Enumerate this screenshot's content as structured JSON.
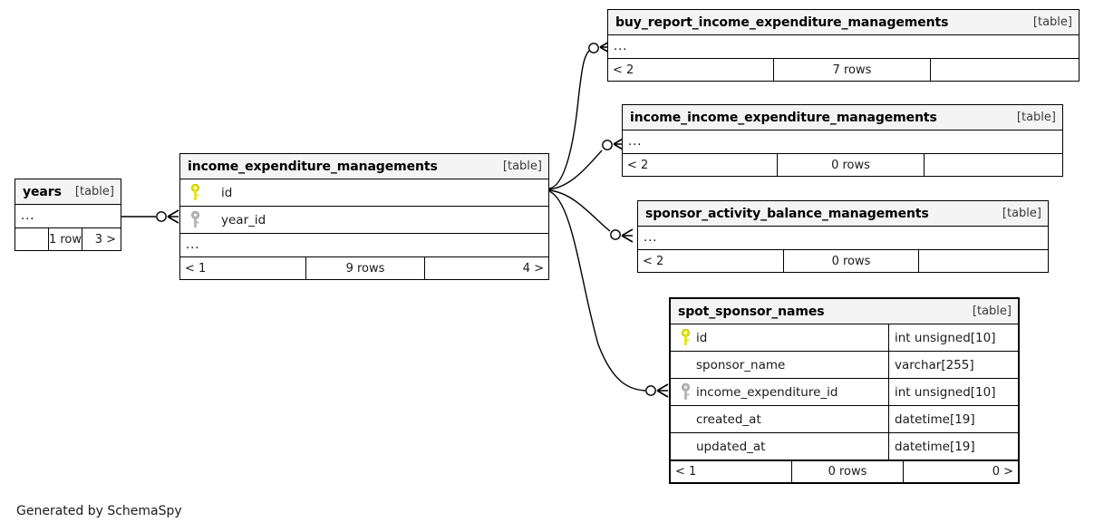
{
  "diagram": {
    "caption": "Generated by SchemaSpy",
    "kind_label": "[table]",
    "ellipsis": "...",
    "colors": {
      "primary_key": "#e8e800",
      "foreign_key": "#b0b0b0",
      "header_background": "#f4f4f4",
      "border": "#000000",
      "background": "#ffffff"
    }
  },
  "tables": {
    "years": {
      "name": "years",
      "kind": "[table]",
      "ellipsis": "...",
      "footer": {
        "parents": "",
        "rows": "1 row",
        "children": "3 >"
      }
    },
    "income_expenditure_managements": {
      "name": "income_expenditure_managements",
      "kind": "[table]",
      "ellipsis": "...",
      "columns": [
        {
          "key": "primary",
          "name": "id",
          "type": ""
        },
        {
          "key": "foreign",
          "name": "year_id",
          "type": ""
        }
      ],
      "footer": {
        "parents": "< 1",
        "rows": "9 rows",
        "children": "4 >"
      }
    },
    "buy_report_income_expenditure_managements": {
      "name": "buy_report_income_expenditure_managements",
      "kind": "[table]",
      "ellipsis": "...",
      "footer": {
        "parents": "< 2",
        "rows": "7 rows",
        "children": ""
      }
    },
    "income_income_expenditure_managements": {
      "name": "income_income_expenditure_managements",
      "kind": "[table]",
      "ellipsis": "...",
      "footer": {
        "parents": "< 2",
        "rows": "0 rows",
        "children": ""
      }
    },
    "sponsor_activity_balance_managements": {
      "name": "sponsor_activity_balance_managements",
      "kind": "[table]",
      "ellipsis": "...",
      "footer": {
        "parents": "< 2",
        "rows": "0 rows",
        "children": ""
      }
    },
    "spot_sponsor_names": {
      "name": "spot_sponsor_names",
      "kind": "[table]",
      "columns": [
        {
          "key": "primary",
          "name": "id",
          "type": "int unsigned[10]"
        },
        {
          "key": "none",
          "name": "sponsor_name",
          "type": "varchar[255]"
        },
        {
          "key": "foreign",
          "name": "income_expenditure_id",
          "type": "int unsigned[10]"
        },
        {
          "key": "none",
          "name": "created_at",
          "type": "datetime[19]"
        },
        {
          "key": "none",
          "name": "updated_at",
          "type": "datetime[19]"
        }
      ],
      "footer": {
        "parents": "< 1",
        "rows": "0 rows",
        "children": "0 >"
      }
    }
  },
  "relationships": [
    {
      "from": "years",
      "to": "income_expenditure_managements"
    },
    {
      "from": "income_expenditure_managements",
      "to": "buy_report_income_expenditure_managements"
    },
    {
      "from": "income_expenditure_managements",
      "to": "income_income_expenditure_managements"
    },
    {
      "from": "income_expenditure_managements",
      "to": "sponsor_activity_balance_managements"
    },
    {
      "from": "income_expenditure_managements",
      "to": "spot_sponsor_names"
    }
  ]
}
